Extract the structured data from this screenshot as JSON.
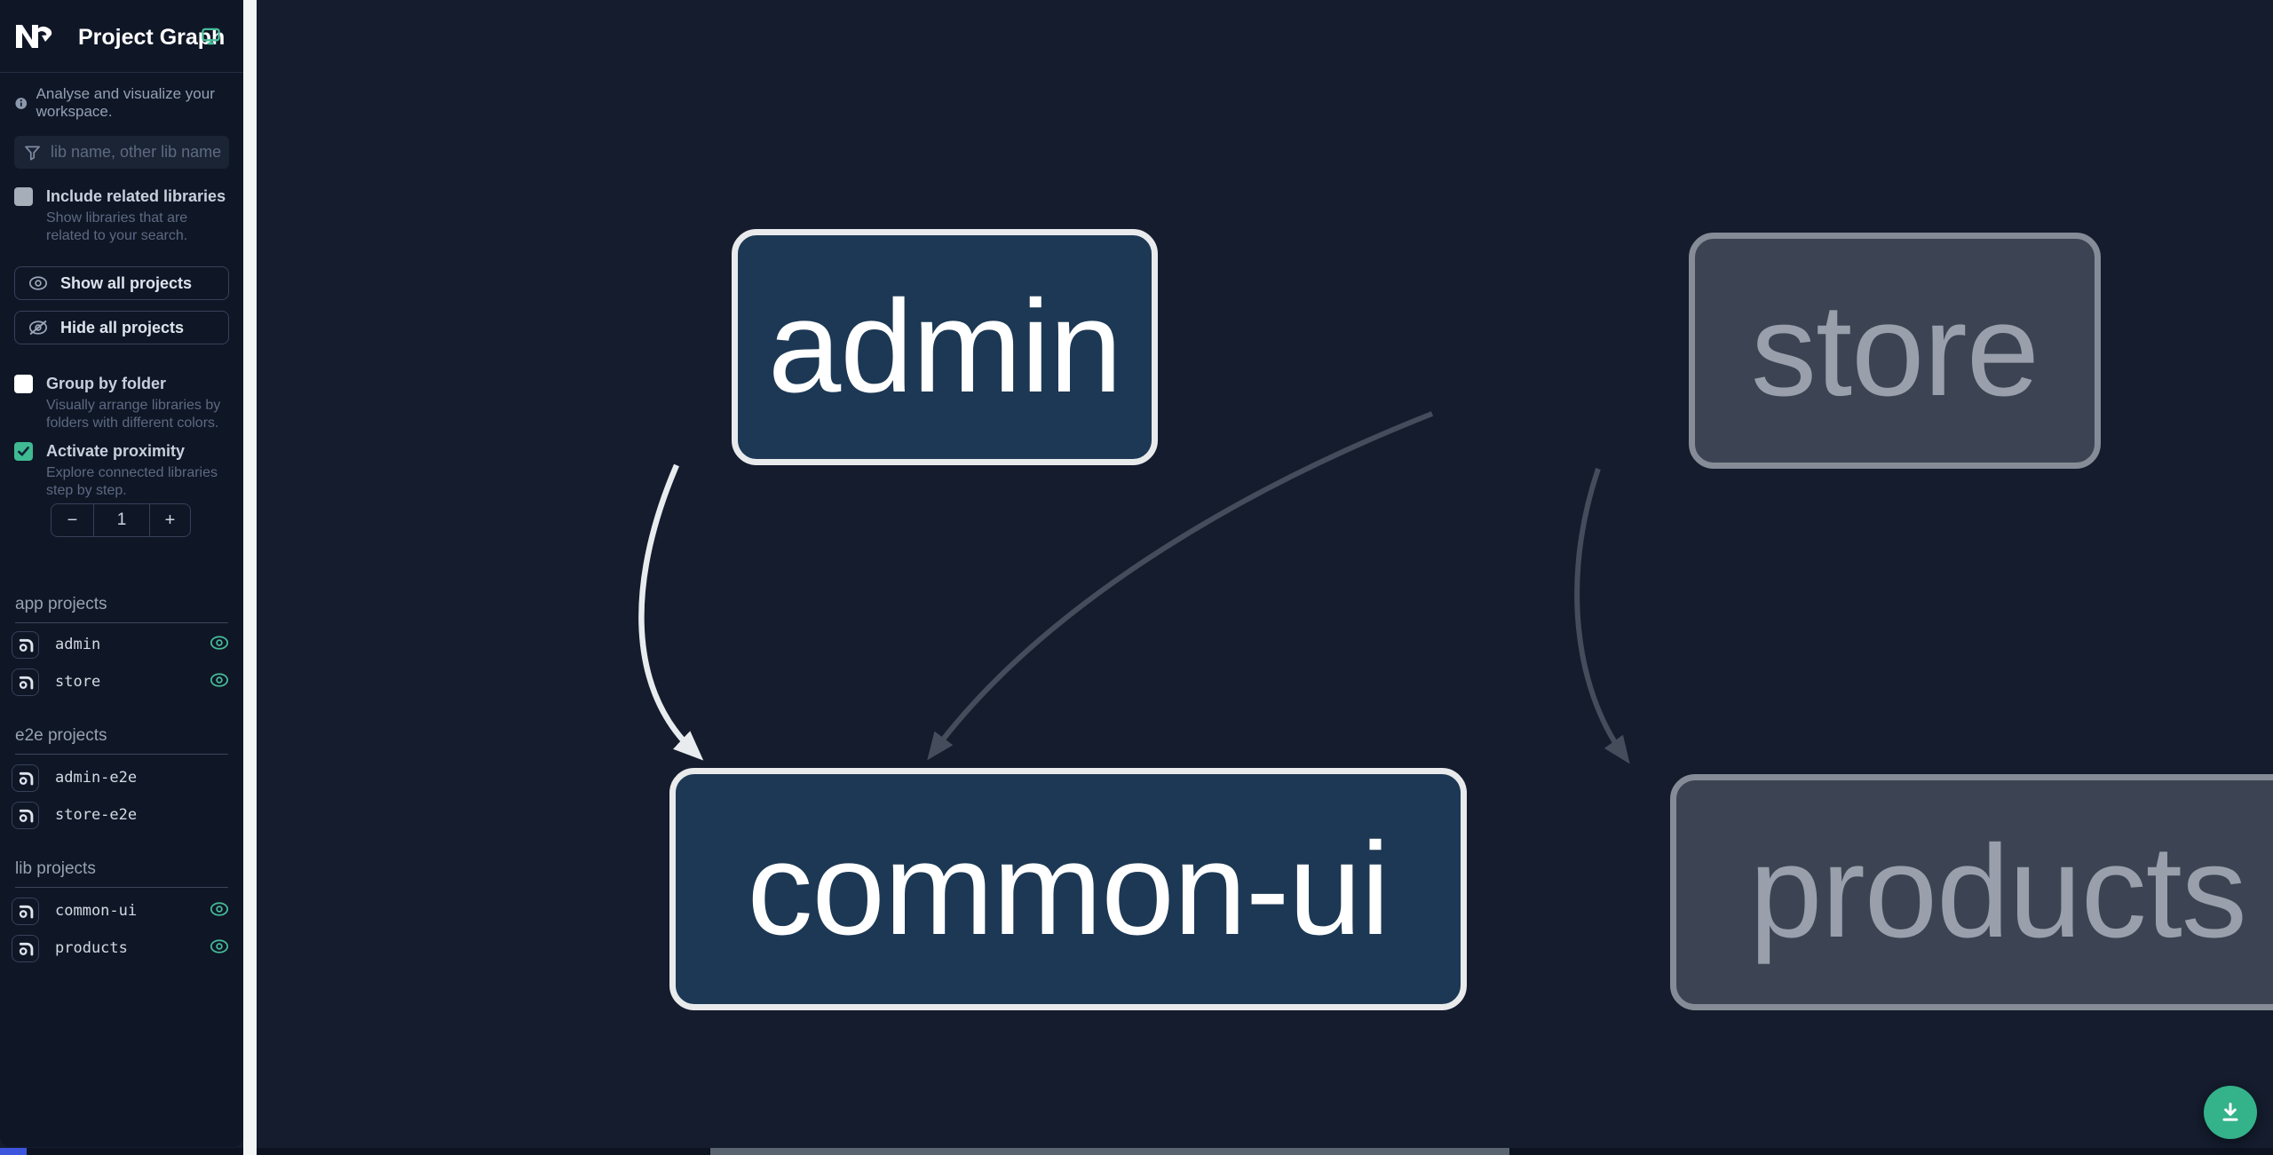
{
  "app": {
    "title": "Project Graph",
    "tagline": "Analyse and visualize your workspace."
  },
  "sidebar": {
    "search": {
      "placeholder": "lib name, other lib name"
    },
    "options": [
      {
        "label": "Include related libraries",
        "description": "Show libraries that are related to your search.",
        "checked": false
      },
      {
        "label": "Group by folder",
        "description": "Visually arrange libraries by folders with different colors.",
        "checked": false
      },
      {
        "label": "Activate proximity",
        "description": "Explore connected libraries step by step.",
        "checked": true
      }
    ],
    "actions": {
      "show_all": "Show all projects",
      "hide_all": "Hide all projects"
    },
    "proximity_depth": {
      "decrement": "−",
      "value": "1",
      "increment": "+"
    },
    "sections": [
      {
        "title": "app projects",
        "items": [
          {
            "name": "admin",
            "in_graph": true
          },
          {
            "name": "store",
            "in_graph": true
          }
        ]
      },
      {
        "title": "e2e projects",
        "items": [
          {
            "name": "admin-e2e",
            "in_graph": false
          },
          {
            "name": "store-e2e",
            "in_graph": false
          }
        ]
      },
      {
        "title": "lib projects",
        "items": [
          {
            "name": "common-ui",
            "in_graph": true
          },
          {
            "name": "products",
            "in_graph": true
          }
        ]
      }
    ]
  },
  "graph": {
    "nodes": [
      {
        "label": "admin",
        "state": "focused"
      },
      {
        "label": "store",
        "state": "faded"
      },
      {
        "label": "common-ui",
        "state": "focused"
      },
      {
        "label": "products",
        "state": "faded"
      }
    ],
    "edges": [
      {
        "from": "admin",
        "to": "common-ui",
        "state": "focused"
      },
      {
        "from": "store",
        "to": "common-ui",
        "state": "faded"
      },
      {
        "from": "store",
        "to": "products",
        "state": "faded"
      }
    ],
    "download_button": {
      "icon": "download"
    }
  },
  "colors": {
    "accent_green": "#47bc99",
    "fab_green": "#34b289",
    "node_focused_fill": "#1c3854",
    "node_focused_border": "#e8eaec",
    "node_faded_fill": "#3c4453",
    "node_faded_border": "#858c97",
    "edge_focused": "#e9ecef",
    "edge_faded": "#454d5c",
    "canvas_bg": "#141c2d",
    "sidebar_bg": "#0f1626"
  }
}
